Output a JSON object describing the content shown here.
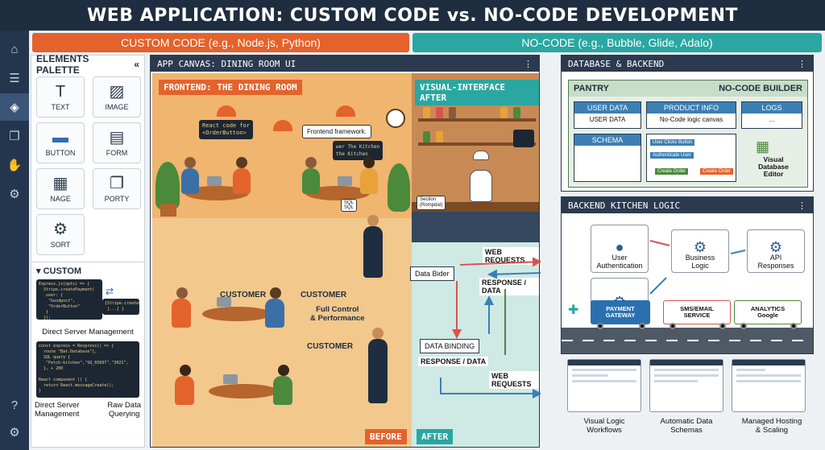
{
  "title": "WEB APPLICATION: CUSTOM CODE vs. NO-CODE DEVELOPMENT",
  "headers": {
    "custom": "CUSTOM CODE (e.g., Node.js, Python)",
    "nocode": "NO-CODE (e.g., Bubble, Glide, Adalo)"
  },
  "rail_icons": [
    "home-icon",
    "list-icon",
    "layers-icon",
    "copy-icon",
    "plugin-icon",
    "gear-icon",
    "help-icon",
    "settings-icon"
  ],
  "palette": {
    "title": "ELEMENTS PALETTE",
    "collapse": "«",
    "items": [
      {
        "label": "TEXT",
        "icon": "T"
      },
      {
        "label": "IMAGE",
        "icon": "▨"
      },
      {
        "label": "BUTTON",
        "icon": "▬"
      },
      {
        "label": "FORM",
        "icon": "▤"
      },
      {
        "label": "NAGE",
        "icon": "▦"
      },
      {
        "label": "PORTY",
        "icon": "❐"
      },
      {
        "label": "SORT",
        "icon": "⚙"
      }
    ],
    "custom_title": "▾ CUSTOM",
    "code1": "Express.js(opts) => {\n  Stripe.createPayment(\n   user: {\n    \"Goodpost\",\n    \"OrderButton\"\n   }\n  });",
    "code1_side": "{Stripe.createPayment\n [...] }",
    "caption1": "Direct Server Management",
    "code2": "const express = Rexpress() => {\n  route \"Bat.Database\"],\n  SQL query {\n   \"Fetch-kitchen\",\"SQ_65697\",\"3021\",\n  }, + 200\n\nReact component () {\n  return React.messageCreate();\n}",
    "caption2a": "Direct Server\nManagement",
    "caption2b": "Raw Data\nQuerying"
  },
  "canvas": {
    "title": "APP CANVAS: DINING ROOM UI",
    "menu": "⋮",
    "frontend_tag": "FRONTEND: THE DINING ROOM",
    "visual_tag": "VISUAL-INTERFACE AFTER",
    "bubble1": "React code for\n<OrderButton>",
    "bubble2": "Frontend framework.",
    "bubble3": "wer The Kitchen\nthe Kitchen",
    "sql_tag": "SQL\nSQL",
    "counter_tag": "Section\n(Rompdat)",
    "customer1": "CUSTOMER",
    "customer2": "CUSTOMER",
    "customer3": "CUSTOMER",
    "control": "Full Control\n& Performance",
    "data_bider": "Data Bider",
    "web_requests1": "WEB REQUESTS",
    "response1": "RESPONSE / DATA",
    "data_binding": "DATA BINDING",
    "response2": "RESPONSE / DATA",
    "web_requests2": "WEB REQUESTS",
    "before": "BEFORE",
    "after": "AFTER"
  },
  "db": {
    "title": "DATABASE & BACKEND",
    "menu": "⋮",
    "pantry": "PANTRY",
    "builder": "NO-CODE BUILDER",
    "user_data": "USER DATA",
    "user_data_row": "USER DATA",
    "product_info": "PRODUCT INFO",
    "product_row": "No-Code logic canvas",
    "logs": "LOGS",
    "logs_row": "...",
    "schema": "SCHEMA",
    "flow1": "User Clicks Button",
    "flow2": "Authenticate User",
    "flow3": "Create Order",
    "flow4": "Create Order",
    "visual_db": "Visual\nDatabase\nEditor"
  },
  "kitchen": {
    "title": "BACKEND KITCHEN LOGIC",
    "menu": "⋮",
    "auth": "User\nAuthentication",
    "logic": "Business\nLogic",
    "api": "API\nResponses",
    "truck1": "PAYMENT\nGATEWAY",
    "truck2": "SMS/EMAIL\nSERVICE",
    "truck3": "ANALYTICS\nGoogle"
  },
  "thumbs": {
    "t1": "Visual Logic\nWorkflows",
    "t2": "Automatic Data\nSchemas",
    "t3": "Managed Hosting\n& Scaling"
  }
}
